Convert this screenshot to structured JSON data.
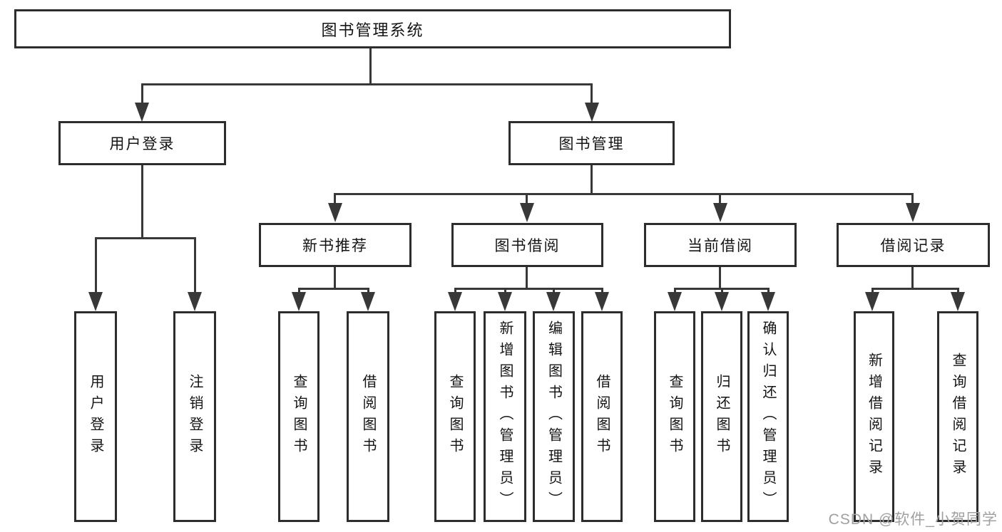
{
  "diagram": {
    "root": "图书管理系统",
    "branches": {
      "user_login": "用户登录",
      "book_mgmt": "图书管理"
    },
    "modules": {
      "new_book_rec": "新书推荐",
      "book_borrow": "图书借阅",
      "current_borrow": "当前借阅",
      "borrow_record": "借阅记录"
    },
    "leaves": {
      "user_login": "用户登录",
      "logout": "注销登录",
      "rec_query": "查询图书",
      "rec_borrow": "借阅图书",
      "bb_query": "查询图书",
      "bb_add": "新增图书（管理员）",
      "bb_edit": "编辑图书（管理员）",
      "bb_borrow": "借阅图书",
      "cb_query": "查询图书",
      "cb_return": "归还图书",
      "cb_confirm": "确认归还（管理员）",
      "br_add": "新增借阅记录",
      "br_query": "查询借阅记录"
    },
    "colors": {
      "line": "#383838",
      "border": "#2d2d2d",
      "text": "#141414",
      "watermark": "#a0a0a0",
      "background": "#ffffff"
    }
  },
  "watermark": "CSDN @软件_小贺同学"
}
